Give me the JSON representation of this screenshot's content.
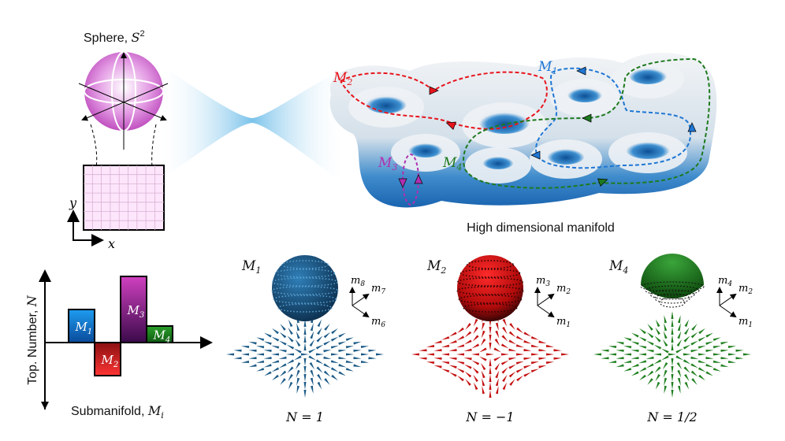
{
  "sphere": {
    "title": "Sphere, ",
    "symbol": "S",
    "sup": "2"
  },
  "plane_axes": {
    "x": "x",
    "y": "y"
  },
  "manifold": {
    "label": "High dimensional manifold",
    "paths": [
      {
        "name": "M",
        "sub": "1",
        "color": "#1f77d4"
      },
      {
        "name": "M",
        "sub": "2",
        "color": "#e8141c"
      },
      {
        "name": "M",
        "sub": "3",
        "color": "#b030b0"
      },
      {
        "name": "M",
        "sub": "4",
        "color": "#1e7a1e"
      }
    ]
  },
  "chart_data": {
    "type": "bar",
    "ylabel": "Top. Number, N",
    "xlabel": "Submanifold, M_i",
    "xlabel_text": "Submanifold, ",
    "xlabel_sym": "M",
    "xlabel_sub": "i",
    "ylabel_text": "Top. Number, ",
    "ylabel_sym": "N",
    "categories": [
      "M1",
      "M2",
      "M3",
      "M4"
    ],
    "labels": [
      {
        "m": "M",
        "s": "1"
      },
      {
        "m": "M",
        "s": "2"
      },
      {
        "m": "M",
        "s": "3"
      },
      {
        "m": "M",
        "s": "4"
      }
    ],
    "values": [
      1,
      -1,
      2,
      0.5
    ],
    "colors": [
      "#1a7fd6",
      "#e3262b",
      "#a23aa6",
      "#1f8a24"
    ]
  },
  "panels": [
    {
      "label": "M",
      "sub": "1",
      "color": "#1c5a86",
      "n_text": "N = 1",
      "axes": [
        {
          "m": "m",
          "s": "8"
        },
        {
          "m": "m",
          "s": "7"
        },
        {
          "m": "m",
          "s": "6"
        }
      ],
      "hemi": false
    },
    {
      "label": "M",
      "sub": "2",
      "color": "#c41010",
      "n_text": "N = −1",
      "axes": [
        {
          "m": "m",
          "s": "3"
        },
        {
          "m": "m",
          "s": "2"
        },
        {
          "m": "m",
          "s": "1"
        }
      ],
      "hemi": false
    },
    {
      "label": "M",
      "sub": "4",
      "color": "#1f7f1f",
      "n_text": "N = 1/2",
      "axes": [
        {
          "m": "m",
          "s": "4"
        },
        {
          "m": "m",
          "s": "2"
        },
        {
          "m": "m",
          "s": "1"
        }
      ],
      "hemi": true
    }
  ]
}
